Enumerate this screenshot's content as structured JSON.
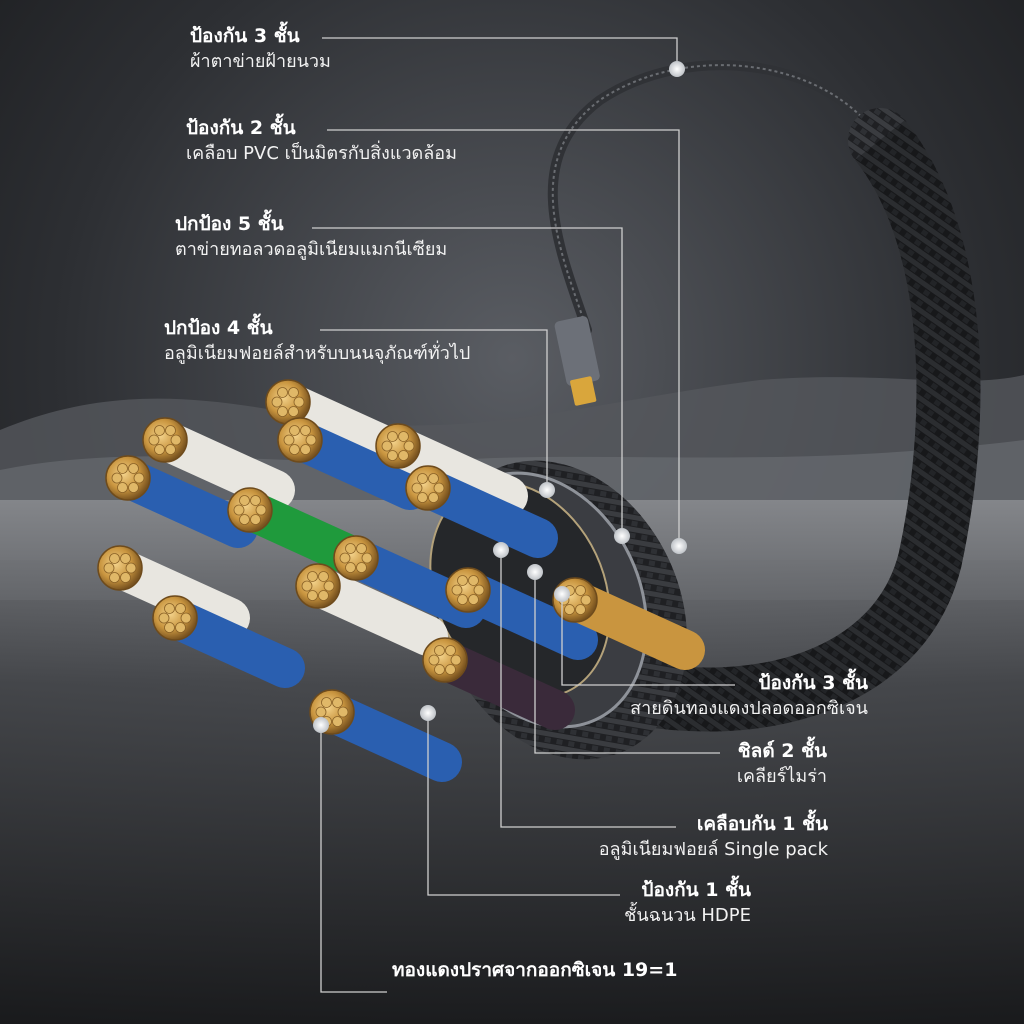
{
  "colors": {
    "background": "#1c1d20",
    "jacket_braid": "#2a2b2e",
    "copper": "#c9953f",
    "callout_line": "#cfcfcf"
  },
  "callouts": [
    {
      "title": "ป้องกัน 3 ชั้น",
      "subtitle": "ผ้าตาข่ายฝ้ายนวม"
    },
    {
      "title": "ป้องกัน 2 ชั้น",
      "subtitle": "เคลือบ PVC เป็นมิตรกับสิ่งแวดล้อม"
    },
    {
      "title": "ปกป้อง 5 ชั้น",
      "subtitle": "ตาข่ายทอลวดอลูมิเนียมแมกนีเซียม"
    },
    {
      "title": "ปกป้อง 4 ชั้น",
      "subtitle": "อลูมิเนียมฟอยล์สำหรับบนนจุภัณฑ์ทั่วไป"
    },
    {
      "title": "ป้องกัน 3 ชั้น",
      "subtitle": "สายดินทองแดงปลอดออกซิเจน"
    },
    {
      "title": "ชิลด์ 2 ชั้น",
      "subtitle": "เคลียร์ไมร่า"
    },
    {
      "title": "เคลือบกัน 1 ชั้น",
      "subtitle": "อลูมิเนียมฟอยล์ Single pack"
    },
    {
      "title": "ป้องกัน 1 ชั้น",
      "subtitle": "ชั้นฉนวน HDPE"
    },
    {
      "title": "ทองแดงปราศจากออกซิเจน 19=1",
      "subtitle": ""
    }
  ]
}
